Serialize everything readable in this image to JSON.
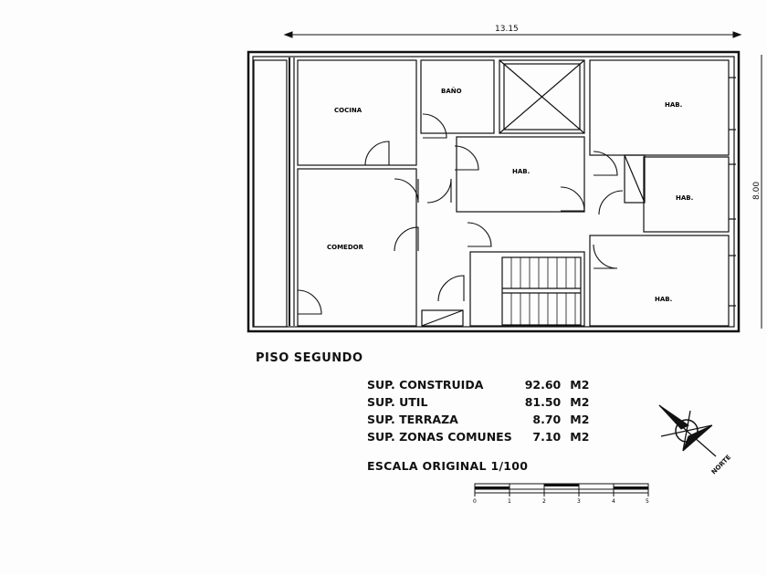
{
  "dimensions": {
    "width": "13.15",
    "depth": "8.00"
  },
  "rooms": {
    "kitchen": "COCINA",
    "bathroom": "BAÑO",
    "bedroom_top_right": "HAB.",
    "bedroom_center": "HAB.",
    "bedroom_mid_right": "HAB.",
    "bedroom_bottom_right": "HAB.",
    "dining": "COMEDOR"
  },
  "floor_title": "PISO SEGUNDO",
  "areas": [
    {
      "label": "SUP. CONSTRUIDA",
      "value": "92.60",
      "unit": "M2"
    },
    {
      "label": "SUP. UTIL",
      "value": "81.50",
      "unit": "M2"
    },
    {
      "label": "SUP. TERRAZA",
      "value": "8.70",
      "unit": "M2"
    },
    {
      "label": "SUP. ZONAS COMUNES",
      "value": "7.10",
      "unit": "M2"
    }
  ],
  "scale_text": "ESCALA ORIGINAL 1/100",
  "scale_ticks": [
    "0",
    "1",
    "2",
    "3",
    "4",
    "5"
  ],
  "compass_label": "NORTE",
  "colors": {
    "ink": "#111111",
    "paper": "#fdfdfd"
  },
  "icons": {
    "compass": "north-arrow-icon"
  }
}
